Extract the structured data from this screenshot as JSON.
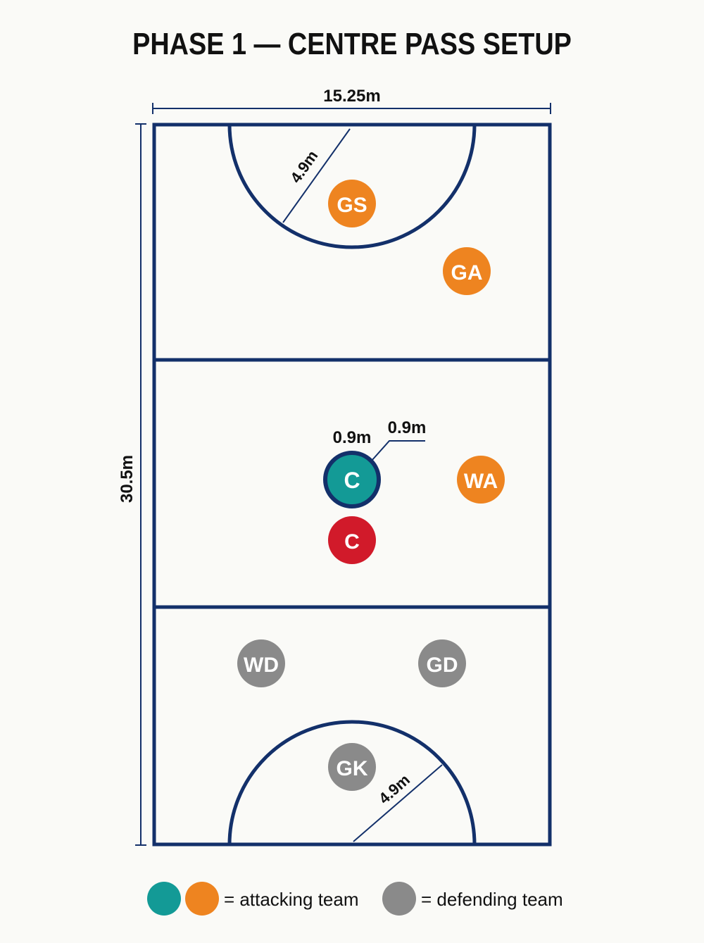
{
  "title": "PHASE 1 — CENTRE PASS SETUP",
  "dimensions": {
    "width_label": "15.25m",
    "length_label": "30.5m",
    "circle_radius_label_top": "4.9m",
    "circle_radius_label_bottom": "4.9m",
    "centre_circle_label_a": "0.9m",
    "centre_circle_label_b": "0.9m"
  },
  "colors": {
    "court_line": "#13306a",
    "attacking_centre": "#139a96",
    "attacking": "#ee8420",
    "defending": "#8a8a8a",
    "defending_centre": "#d11a2a"
  },
  "players": {
    "gs": "GS",
    "ga": "GA",
    "c_attack": "C",
    "c_defend": "C",
    "wa": "WA",
    "wd": "WD",
    "gd": "GD",
    "gk": "GK"
  },
  "legend": {
    "attacking_label": "= attacking team",
    "defending_label": "= defending team"
  }
}
